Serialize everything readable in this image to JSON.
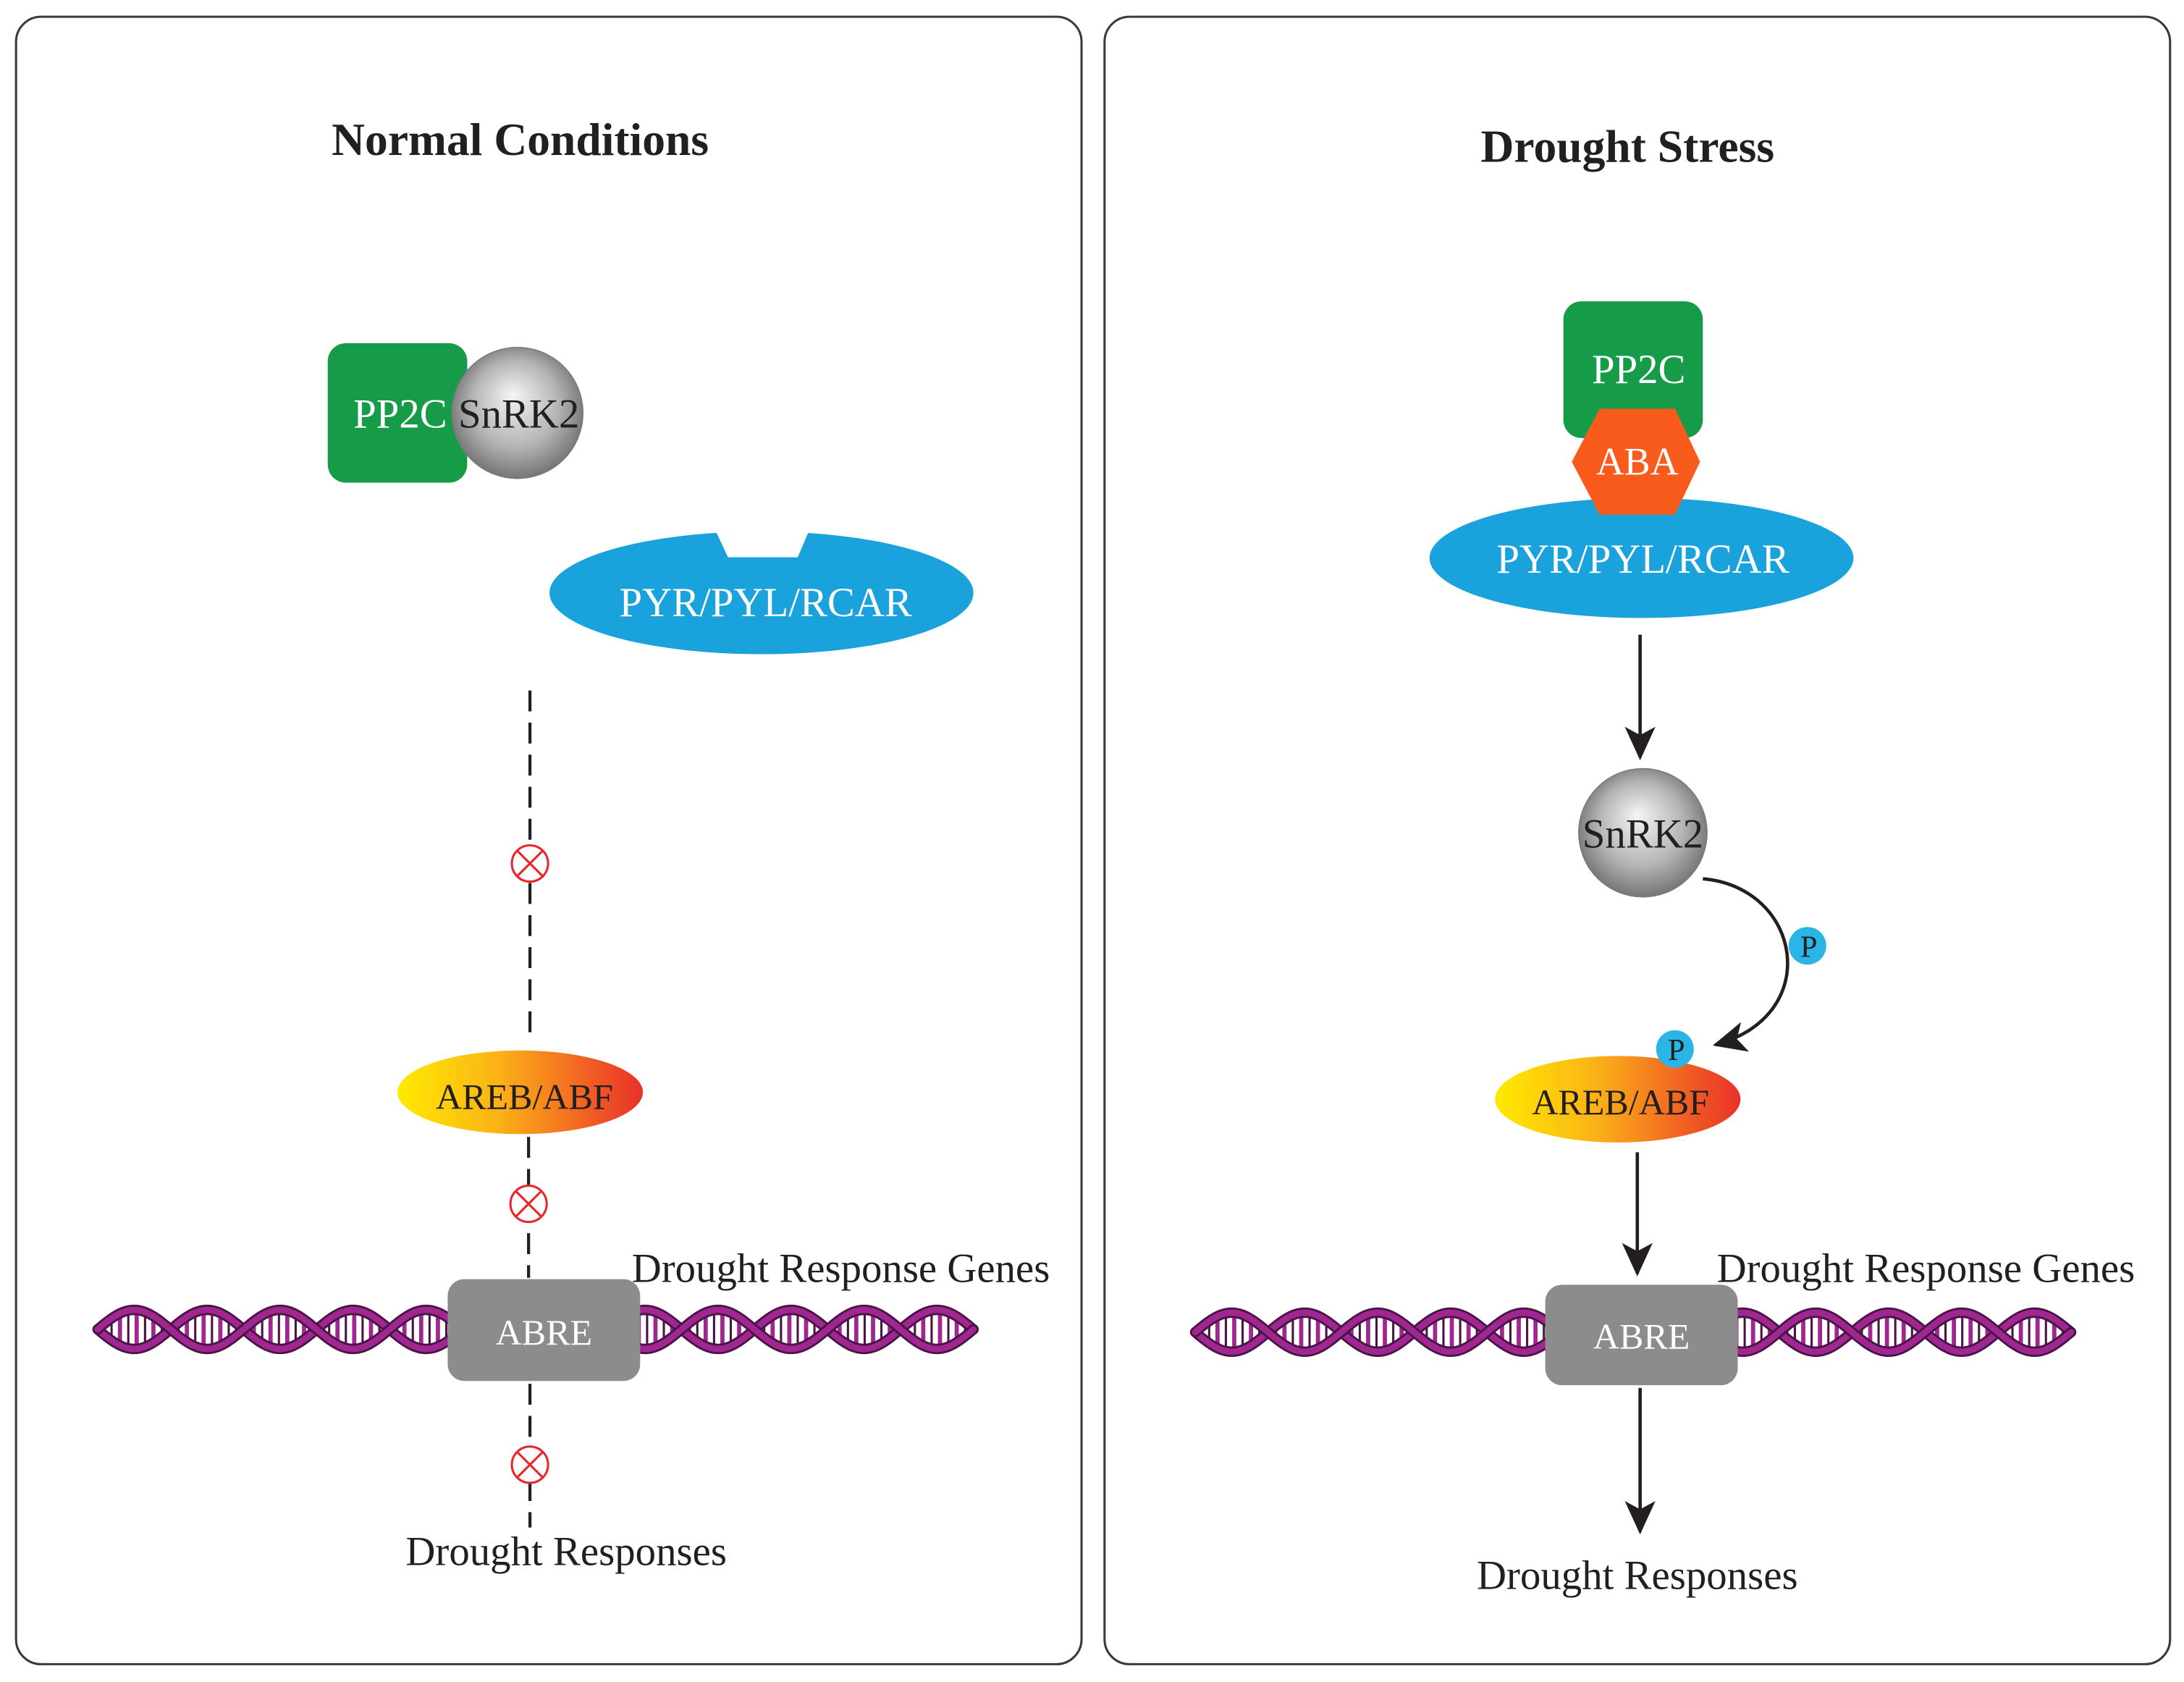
{
  "colors": {
    "pp2c": "#169B48",
    "receptor": "#1AA2DC",
    "aba": "#F95B1C",
    "abre": "#8C8C8C",
    "phosphate": "#29B5E6",
    "inhibition": "#E8262B",
    "dna_strand": "#A0278F",
    "dna_outline": "#4A1448",
    "tf_gradient": [
      "#FFEA00",
      "#FBB416",
      "#F26522",
      "#E8312A"
    ],
    "snrk2_gradient": [
      "#F5F5F5",
      "#B4B4B4",
      "#6E6E6E"
    ]
  },
  "normal_conditions": {
    "title": "Normal Conditions",
    "pp2c": "PP2C",
    "snrk2": "SnRK2",
    "receptor": "PYR/PYL/RCAR",
    "tf": "AREB/ABF",
    "promoter": "ABRE",
    "genes_label": "Drought Response Genes",
    "outcome": "Drought Responses"
  },
  "drought_stress": {
    "title": "Drought Stress",
    "pp2c": "PP2C",
    "aba": "ABA",
    "receptor": "PYR/PYL/RCAR",
    "snrk2": "SnRK2",
    "phosphate_transfer": "P",
    "tf_phosphate": "P",
    "tf": "AREB/ABF",
    "promoter": "ABRE",
    "genes_label": "Drought Response Genes",
    "outcome": "Drought Responses"
  }
}
